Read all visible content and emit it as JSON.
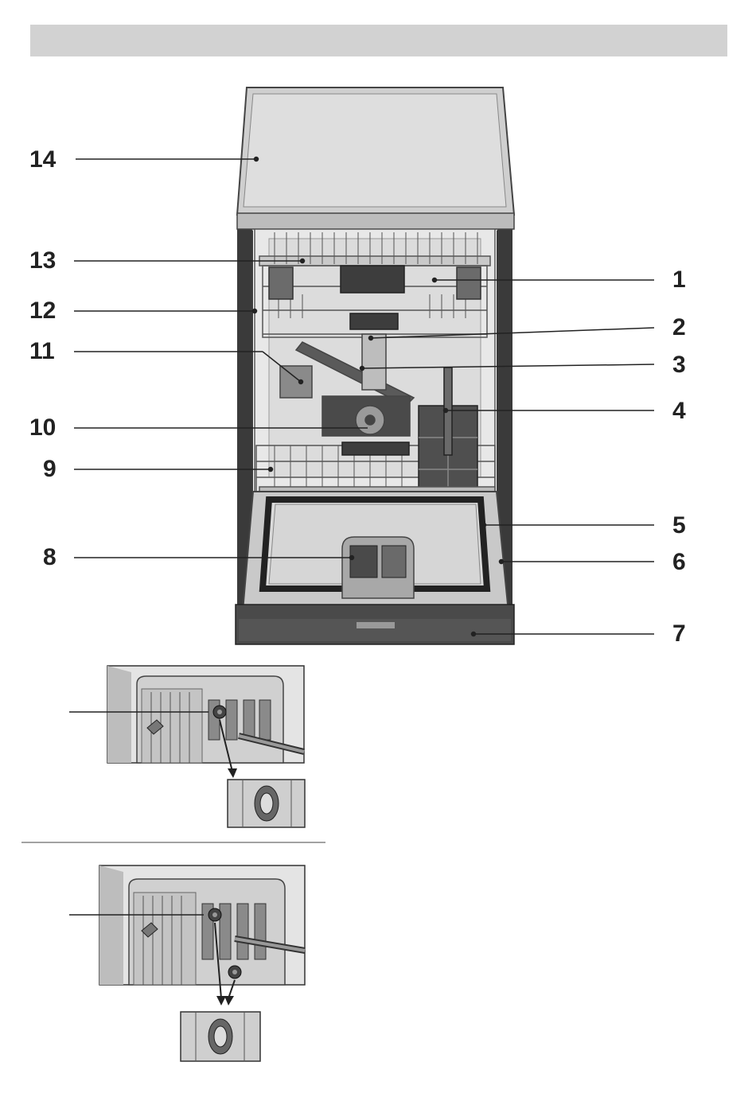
{
  "header": {
    "title": ""
  },
  "callouts": {
    "n1": "1",
    "n2": "2",
    "n3": "3",
    "n4": "4",
    "n5": "5",
    "n6": "6",
    "n7": "7",
    "n8": "8",
    "n9": "9",
    "n10": "10",
    "n11": "11",
    "n12": "12",
    "n13": "13",
    "n14": "14"
  },
  "colors": {
    "header_bar": "#d2d2d2",
    "line": "#222222",
    "body_light": "#e6e6e6",
    "body_mid": "#bdbdbd",
    "body_dark": "#555555"
  }
}
